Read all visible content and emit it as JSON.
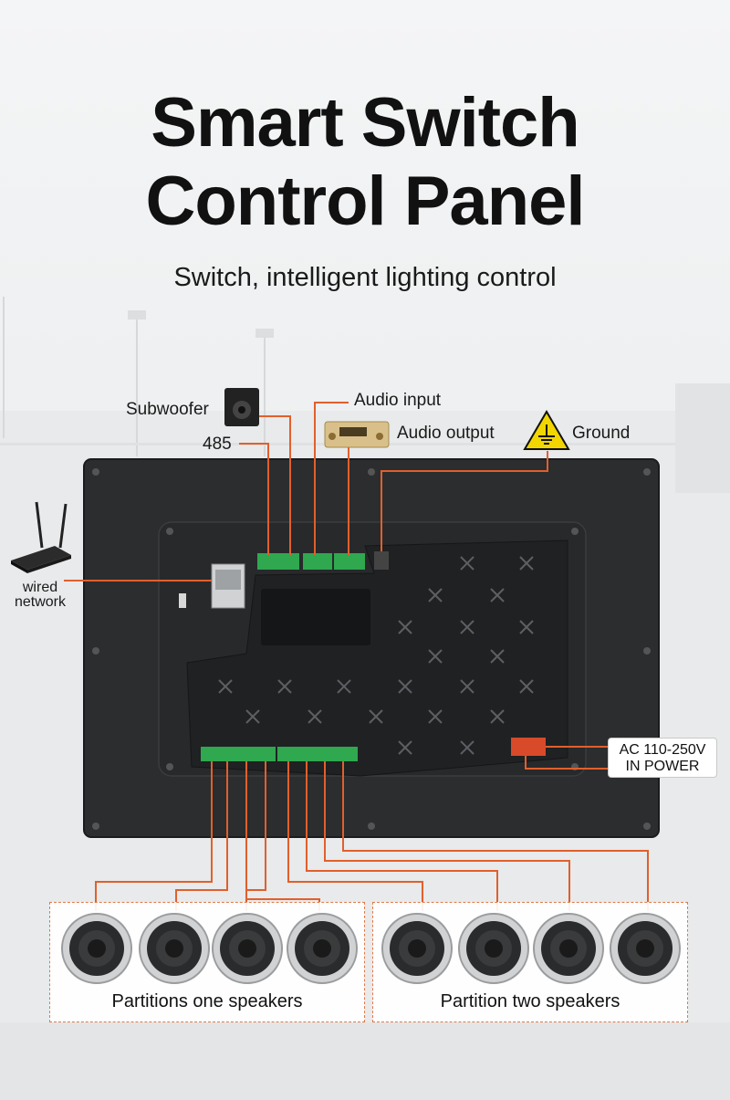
{
  "header": {
    "title_line1": "Smart Switch",
    "title_line2": "Control Panel",
    "subtitle": "Switch, intelligent lighting control"
  },
  "labels": {
    "subwoofer": "Subwoofer",
    "audio_input": "Audio input",
    "audio_output": "Audio output",
    "ground": "Ground",
    "rs485": "485",
    "wired_line1": "wired",
    "wired_line2": "network",
    "power_line1": "AC 110-250V",
    "power_line2": "IN POWER"
  },
  "zones": [
    {
      "label": "Partitions one speakers",
      "speaker_count": 4
    },
    {
      "label": "Partition two speakers",
      "speaker_count": 4
    }
  ],
  "colors": {
    "wire": "#e0602c",
    "panel": "#2a2c2e",
    "terminal": "#2fa84f",
    "ground_sign": "#f2d600"
  },
  "icons": [
    "subwoofer-icon",
    "amplifier-icon",
    "ground-warning-icon",
    "router-icon",
    "speaker-icon"
  ]
}
